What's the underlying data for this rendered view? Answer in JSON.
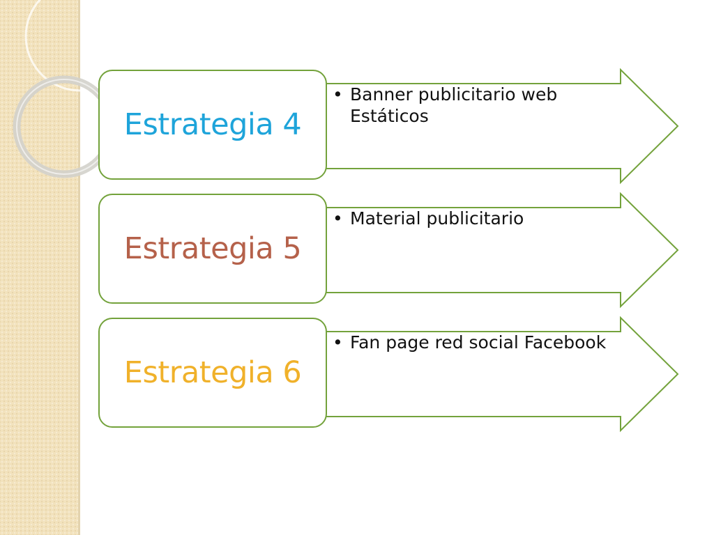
{
  "colors": {
    "border_green": "#73a23b",
    "fill_white": "#ffffff",
    "left_band": "#f2e2bd",
    "bullet_text": "#111111"
  },
  "decorations": {
    "left_band": "textured-cream-band",
    "rings": "decorative-rings"
  },
  "rows": [
    {
      "label": "Estrategia 4",
      "label_color": "#1ea4da",
      "items": [
        "Banner publicitario web Estáticos"
      ]
    },
    {
      "label": "Estrategia 5",
      "label_color": "#b5614a",
      "items": [
        "Material publicitario"
      ]
    },
    {
      "label": "Estrategia 6",
      "label_color": "#f0b12a",
      "items": [
        "Fan page red social Facebook"
      ]
    }
  ]
}
